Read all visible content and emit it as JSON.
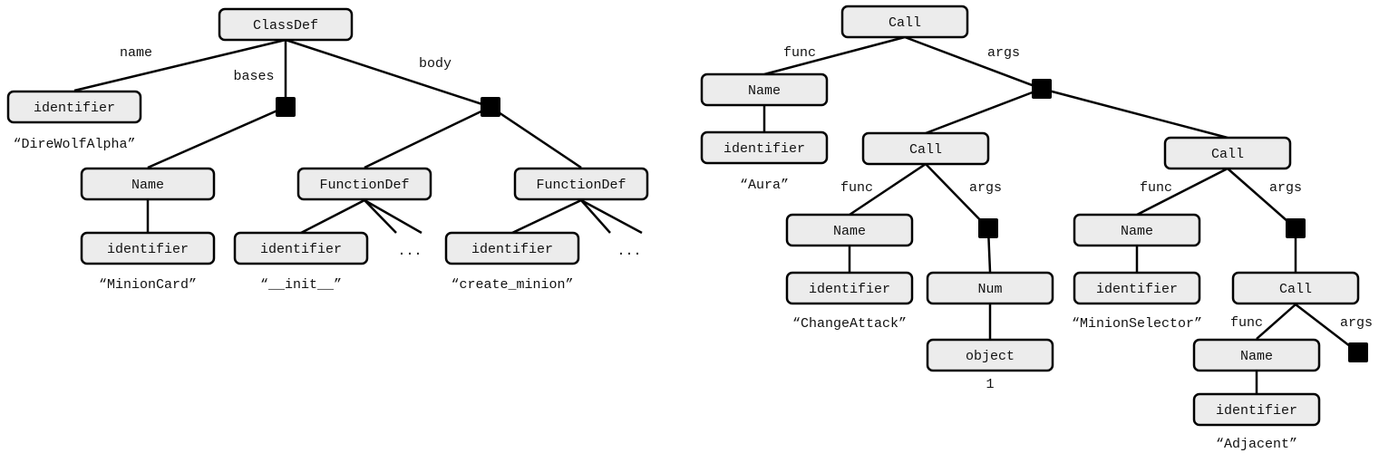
{
  "left_tree": {
    "root": "ClassDef",
    "edge_labels": {
      "name": "name",
      "bases": "bases",
      "body": "body"
    },
    "name_node": {
      "label": "identifier",
      "value": "“DireWolfAlpha”"
    },
    "bases_node": {
      "label": "Name",
      "child": "identifier",
      "value": "“MinionCard”"
    },
    "body_nodes": [
      {
        "label": "FunctionDef",
        "child": "identifier",
        "value": "“__init__”",
        "ellipsis": "..."
      },
      {
        "label": "FunctionDef",
        "child": "identifier",
        "value": "“create_minion”",
        "ellipsis": "..."
      }
    ]
  },
  "right_tree": {
    "root": "Call",
    "edge_labels": {
      "func": "func",
      "args": "args"
    },
    "func_node": {
      "label": "Name",
      "child": "identifier",
      "value": "“Aura”"
    },
    "arg_calls": [
      {
        "label": "Call",
        "func_label": "func",
        "args_label": "args",
        "func_node": {
          "label": "Name",
          "child": "identifier",
          "value": "“ChangeAttack”"
        },
        "arg_node": {
          "label": "Num",
          "child": "object",
          "value": "1"
        }
      },
      {
        "label": "Call",
        "func_label": "func",
        "args_label": "args",
        "func_node": {
          "label": "Name",
          "child": "identifier",
          "value": "“MinionSelector”"
        },
        "arg_call": {
          "label": "Call",
          "func_label": "func",
          "args_label": "args",
          "func_node": {
            "label": "Name",
            "child": "identifier",
            "value": "“Adjacent”"
          }
        }
      }
    ]
  }
}
